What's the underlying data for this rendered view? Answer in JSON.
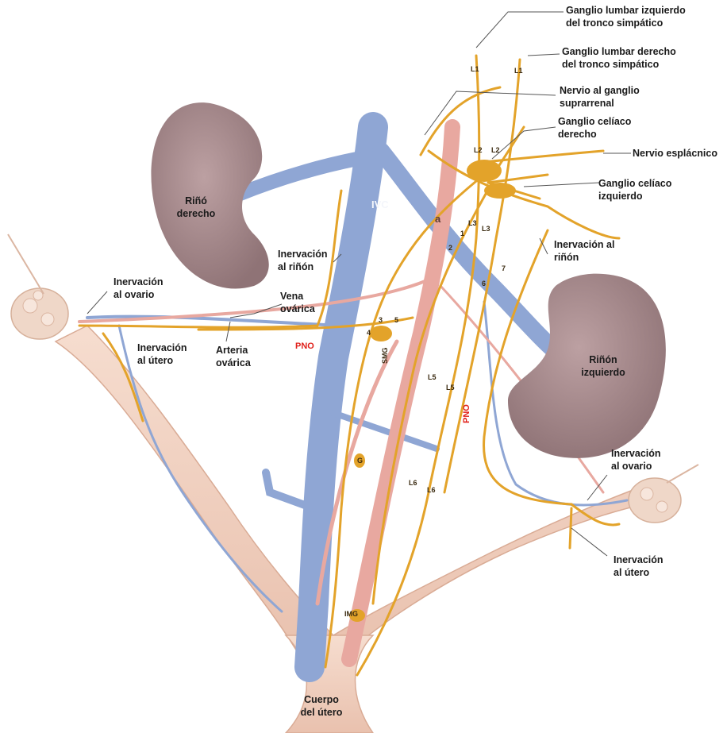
{
  "labels": {
    "ganglio_lumbar_izq": "Ganglio lumbar izquierdo\ndel tronco simpático",
    "ganglio_lumbar_der": "Ganglio lumbar derecho\ndel tronco simpático",
    "nervio_ganglio_suprarrenal": "Nervio al ganglio\nsuprarrenal",
    "ganglio_celiaco_der": "Ganglio celíaco\nderecho",
    "nervio_esplacnico": "Nervio esplácnico",
    "ganglio_celiaco_izq": "Ganglio celíaco\nizquierdo",
    "rinon_derecho": "Riñó\nderecho",
    "ivc": "IVC",
    "aorta": "a",
    "inervacion_rinon_der": "Inervación\nal riñón",
    "inervacion_rinon_izq": "Inervación al\nriñón",
    "inervacion_ovario_der": "Inervación\nal ovario",
    "inervacion_ovario_izq": "Inervación\nal ovario",
    "vena_ovarica": "Vena\novárica",
    "arteria_ovarica": "Arteria\novárica",
    "inervacion_utero_der": "Inervación\nal útero",
    "inervacion_utero_izq": "Inervación\nal útero",
    "pno_horizontal": "PNO",
    "pno_vertical": "PNO",
    "rinon_izquierdo": "Riñón\nizquierdo",
    "cuerpo_utero": "Cuerpo\ndel útero"
  },
  "small_marks": {
    "l1_left": "L1",
    "l1_right": "L1",
    "l2_left": "L2",
    "l2_right": "L2",
    "l3_left": "L3",
    "l3_right": "L3",
    "l5_left": "L5",
    "l5_right": "L5",
    "l6_left": "L6",
    "l6_right": "L6",
    "n1": "1",
    "n2": "2",
    "n3": "3",
    "n4": "4",
    "n5": "5",
    "n6": "6",
    "n7": "7",
    "smg": "SMG",
    "g": "G",
    "img": "IMG"
  },
  "colors": {
    "kidney": "#a88a8c",
    "vein": "#8fa6d4",
    "artery": "#e8a8a0",
    "nerve": "#e3a32a",
    "uterus": "#f1d2c2",
    "ovary": "#efd7c8",
    "accent_red": "#e0201a"
  }
}
